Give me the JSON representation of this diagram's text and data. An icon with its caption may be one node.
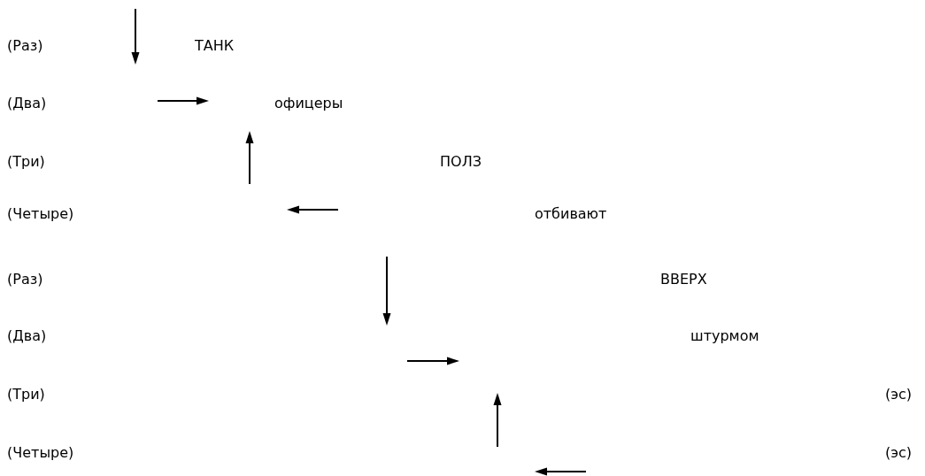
{
  "diagram": {
    "labels": [
      "(Раз)",
      "ТАНК",
      "(Два)",
      "офицеры",
      "(Три)",
      "ПОЛЗ",
      "(Четыре)",
      "отбивают",
      "(Раз)",
      "ВВЕРХ",
      "(Два)",
      "штурмом",
      "(Три)",
      "(эс)",
      "(Четыре)",
      "(эс)"
    ]
  }
}
